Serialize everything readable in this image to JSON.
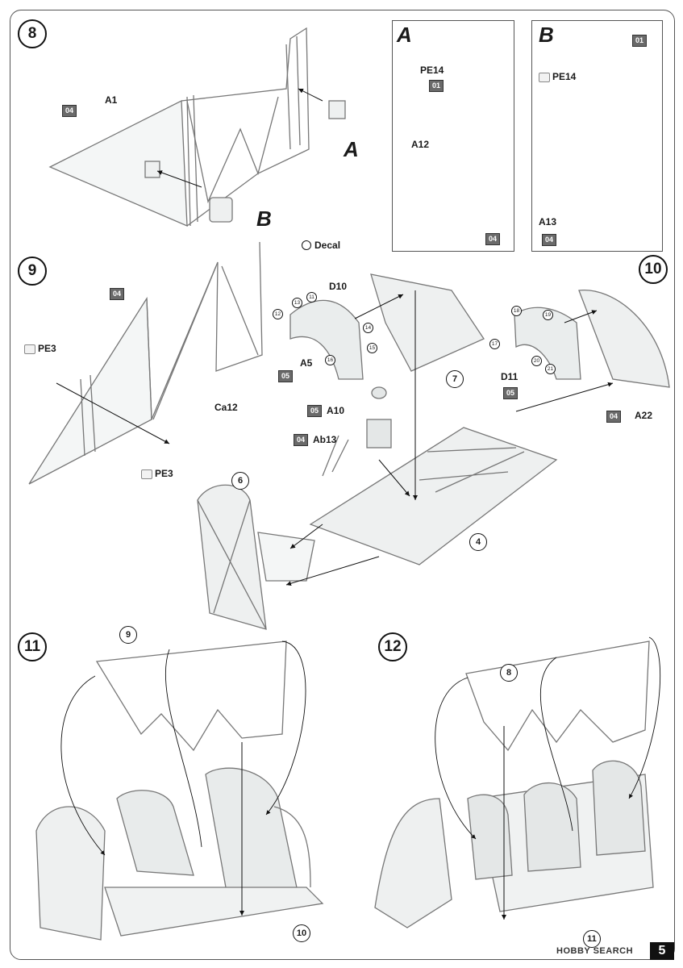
{
  "steps": {
    "s8": "8",
    "s9": "9",
    "s10": "10",
    "s11": "11",
    "s12": "12"
  },
  "step8": {
    "label_a1": "A1",
    "paint_04": "04",
    "letter_a": "A",
    "letter_b": "B"
  },
  "panel_a": {
    "title": "A",
    "pe14": "PE14",
    "paint_01": "01",
    "a12": "A12",
    "paint_04": "04"
  },
  "panel_b": {
    "title": "B",
    "paint_01": "01",
    "pe14": "PE14",
    "a13": "A13",
    "paint_04": "04"
  },
  "decal_legend": "Decal",
  "step9": {
    "pe3_top": "PE3",
    "pe3_bottom": "PE3",
    "ca12": "Ca12",
    "paint_04": "04"
  },
  "step10": {
    "d10": "D10",
    "d10_decals": [
      "11",
      "12",
      "13",
      "14",
      "15",
      "16"
    ],
    "a5": "A5",
    "paint_05_a5": "05",
    "a10": "A10",
    "paint_05_a10": "05",
    "ab13": "Ab13",
    "paint_04_ab13": "04",
    "ref_7": "7",
    "ref_6": "6",
    "ref_4": "4",
    "d11": "D11",
    "d11_decals": [
      "17",
      "18",
      "19",
      "20",
      "21"
    ],
    "paint_05_d11": "05",
    "a22": "A22",
    "paint_04_a22": "04"
  },
  "step11": {
    "ref_9": "9",
    "ref_10": "10"
  },
  "step12": {
    "ref_8": "8",
    "ref_11": "11"
  },
  "footer": {
    "watermark": "HOBBY SEARCH",
    "page": "5"
  }
}
